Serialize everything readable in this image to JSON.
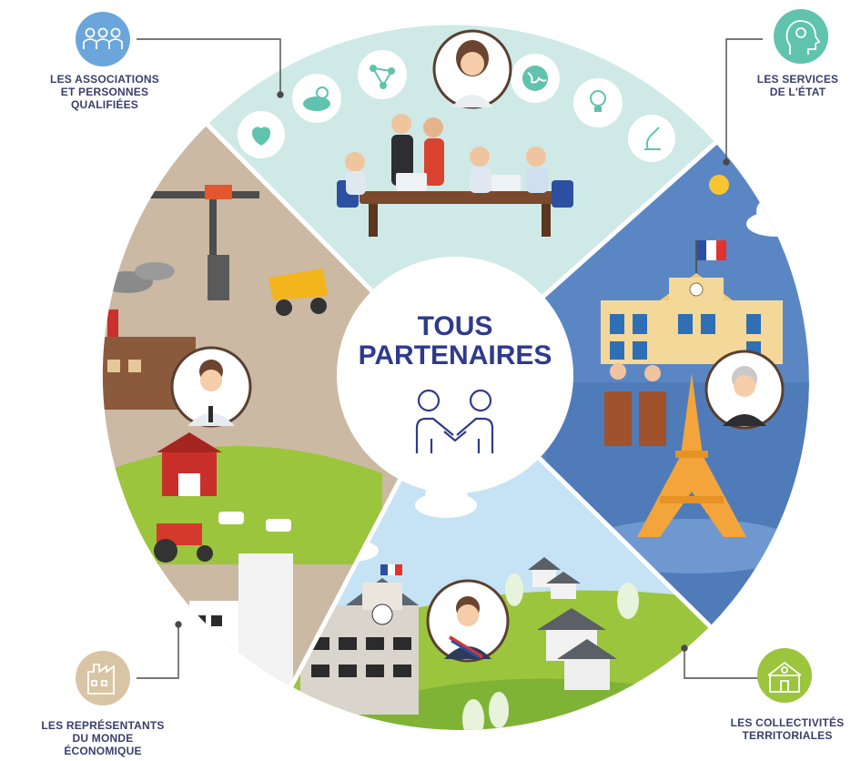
{
  "center": {
    "title_line1": "TOUS",
    "title_line2": "PARTENAIRES",
    "icon": "handshake-icon"
  },
  "partners": [
    {
      "id": "associations",
      "lines": [
        "LES ASSOCIATIONS",
        "ET PERSONNES",
        "QUALIFIÉES"
      ],
      "icon": "people-group-icon"
    },
    {
      "id": "etat",
      "lines": [
        "LES SERVICES",
        "DE L'ÉTAT"
      ],
      "icon": "profile-head-icon"
    },
    {
      "id": "collectivites",
      "lines": [
        "LES COLLECTIVITÉS",
        "TERRITORIALES"
      ],
      "icon": "town-hall-icon"
    },
    {
      "id": "economique",
      "lines": [
        "LES REPRÉSENTANTS",
        "DU MONDE",
        "ÉCONOMIQUE"
      ],
      "icon": "factory-icon"
    }
  ],
  "colors": {
    "associations_sector": "#cfe9e6",
    "etat_sector": "#5b86c4",
    "collectivites_sector": "#c5e3f5",
    "economique_sector": "#cbb9a4",
    "center": "#ffffff",
    "title": "#2e3a8c",
    "badge_blue": "#6aa6dc",
    "badge_teal": "#5fc3ad",
    "badge_green": "#9bc53d",
    "badge_beige": "#d9c4a3"
  }
}
